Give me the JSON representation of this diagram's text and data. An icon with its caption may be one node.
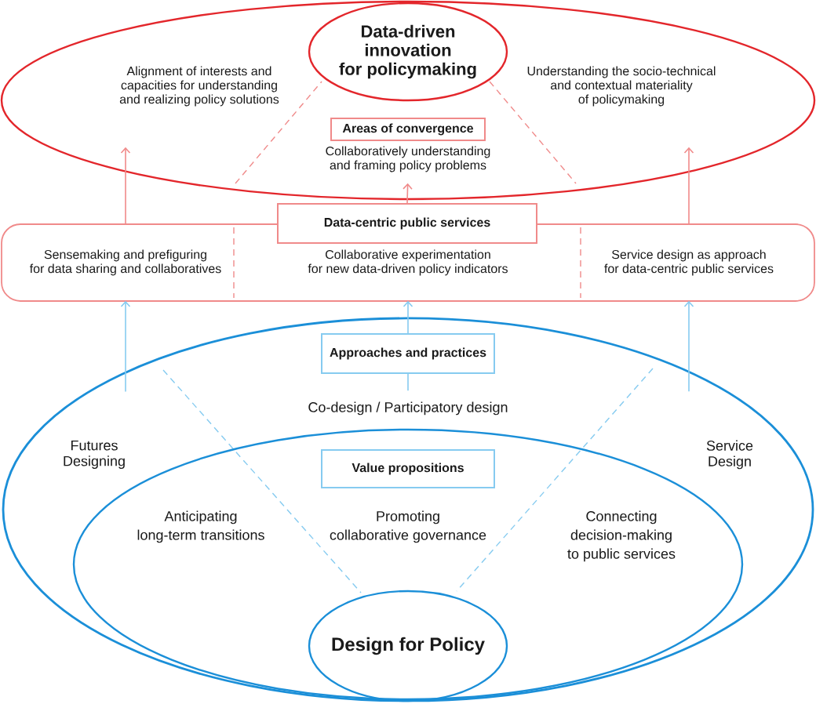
{
  "diagram": {
    "nodes": [
      {
        "text": [],
        "shape": "ellipse"
      },
      {
        "text": [
          "Data-driven innovation for policymaking"
        ],
        "in": 0
      },
      {
        "text": [
          "Alignment of interests and capacities for understanding and realizing policy solutions"
        ],
        "in": 0
      },
      {
        "text": [
          "Understanding the socio-technical and contextual materiality of policymaking"
        ],
        "in": 0
      },
      {
        "text": [
          "Areas of convergence"
        ],
        "in": 0
      },
      {
        "text": [
          "Collaboratively understanding and framing policy problems"
        ],
        "in": 0
      },
      {
        "text": [],
        "shape": "box"
      },
      {
        "text": [
          "Data-centric public services"
        ]
      },
      {
        "text": [
          "Sensemaking and prefiguring for data sharing and collaboratives"
        ],
        "in": 6
      },
      {
        "text": [
          "Collaborative experimentation for new data-driven policy indicators"
        ],
        "in": 6
      },
      {
        "text": [
          "Service design as approach for data-centric public services"
        ],
        "in": 6
      },
      {
        "text": [],
        "shape": "ellipse"
      },
      {
        "text": [
          "Approaches and practices"
        ],
        "in": 11
      },
      {
        "text": [
          "Co-design / Participatory design"
        ],
        "in": 11
      },
      {
        "text": [
          "Futures Designing"
        ],
        "in": 11
      },
      {
        "text": [
          "Service Design"
        ],
        "in": 11
      },
      {
        "text": [],
        "shape": "ellipse",
        "in": 11
      },
      {
        "text": [
          "Value propositions"
        ],
        "in": 16
      },
      {
        "text": [
          "Anticipating long-term transitions"
        ],
        "in": 16
      },
      {
        "text": [
          "Promoting collaborative governance"
        ],
        "in": 16
      },
      {
        "text": [
          "Connecting decision-making to public services"
        ],
        "in": 16
      },
      {
        "text": [
          "Design for Policy"
        ],
        "in": 16
      }
    ],
    "edges": [
      {
        "from": 8,
        "to": 2,
        "arrow": "to",
        "color": "#f08a8a"
      },
      {
        "from": 7,
        "to": 5,
        "arrow": "to",
        "color": "#f08a8a"
      },
      {
        "from": 10,
        "to": 3,
        "arrow": "to",
        "color": "#f08a8a"
      },
      {
        "from": 14,
        "to": 8,
        "arrow": "to"
      },
      {
        "from": 13,
        "to": 12,
        "arrow": "none"
      },
      {
        "from": 12,
        "to": 9,
        "arrow": "to"
      },
      {
        "from": 15,
        "to": 10,
        "arrow": "to"
      }
    ]
  }
}
